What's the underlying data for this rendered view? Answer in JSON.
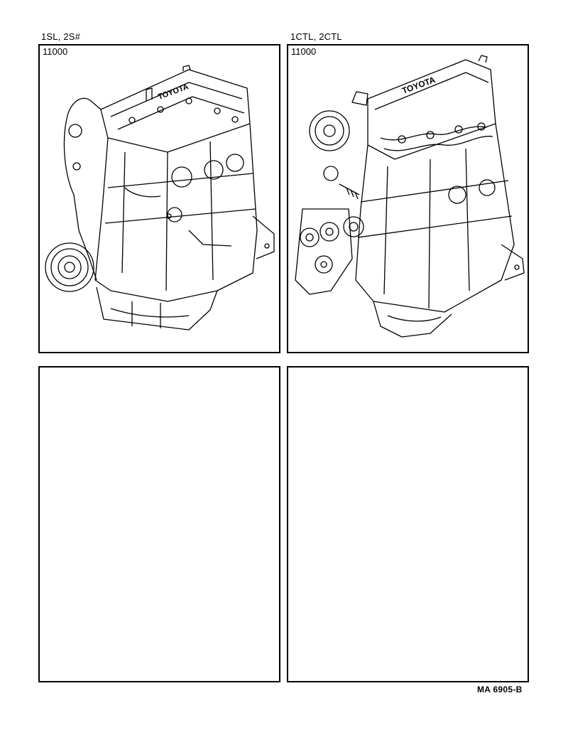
{
  "panels": {
    "top_left": {
      "engine_label": "1SL, 2S#",
      "part_number": "11000"
    },
    "top_right": {
      "engine_label": "1CTL, 2CTL",
      "part_number": "11000"
    }
  },
  "illustrations": {
    "left_engine": {
      "brand_text": "TOYOTA"
    },
    "right_engine": {
      "brand_text": "TOYOTA"
    }
  },
  "figure_code": "MA 6905-B"
}
